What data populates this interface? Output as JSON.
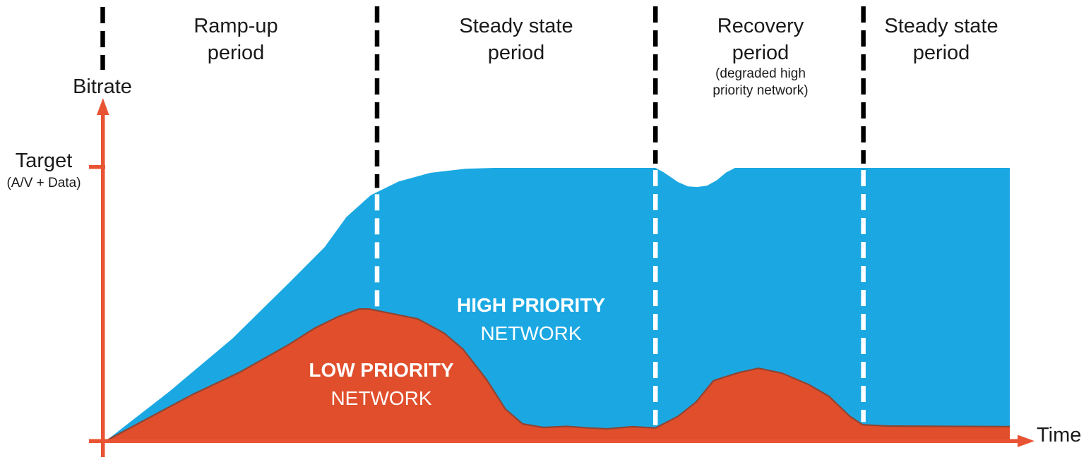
{
  "figure": {
    "background": "#FFFFFF",
    "text_color": "#1A1A1A",
    "axes": {
      "y_axis_label": "Bitrate",
      "x_axis_label": "Time",
      "target_label": "Target",
      "target_sublabel": "(A/V + Data)",
      "axis_color": "#E85433"
    },
    "area_labels": {
      "high_line1": "HIGH PRIORITY",
      "high_line2": "NETWORK",
      "low_line1": "LOW PRIORITY",
      "low_line2": "NETWORK",
      "color": "#FFFFFF"
    }
  },
  "chart_data": {
    "type": "area",
    "stacked": true,
    "title": "",
    "xlabel": "Time",
    "ylabel": "Bitrate",
    "x_axis": {
      "range": [
        0,
        100
      ],
      "units": "relative time (no numeric ticks shown)",
      "ticks": []
    },
    "y_axis": {
      "range": [
        0,
        115
      ],
      "units": "relative bitrate (100 = target)",
      "ticks": []
    },
    "reference_line": {
      "label": "Target",
      "sublabel": "(A/V + Data)",
      "value": 100
    },
    "grid": false,
    "legend_position": "labels drawn inside areas",
    "periods": [
      {
        "label": "Ramp-up period",
        "start": 0,
        "end": 30
      },
      {
        "label": "Steady state period",
        "start": 30,
        "end": 60.8
      },
      {
        "label": "Recovery period",
        "sublabel": "(degraded high priority network)",
        "start": 60.8,
        "end": 83.8
      },
      {
        "label": "Steady state period",
        "start": 83.8,
        "end": 100
      }
    ],
    "separator_style": {
      "above_chart_color": "#000000",
      "inside_chart_color": "#FFFFFF",
      "dash": [
        23,
        11
      ]
    },
    "series": [
      {
        "name": "HIGH PRIORITY NETWORK",
        "role": "total bitrate curve (top edge of blue stacked area); ramps to target, stays at target, small dip at start of recovery period",
        "color": "#1BA8E2",
        "points": [
          [
            0,
            0
          ],
          [
            7,
            18
          ],
          [
            14,
            37.5
          ],
          [
            20.3,
            58
          ],
          [
            24.2,
            71
          ],
          [
            26.6,
            82
          ],
          [
            29.3,
            90
          ],
          [
            32.4,
            95
          ],
          [
            35.9,
            98.2
          ],
          [
            39.8,
            99.7
          ],
          [
            43,
            100
          ],
          [
            60.8,
            100
          ],
          [
            61.7,
            98.4
          ],
          [
            63.3,
            94.8
          ],
          [
            64.4,
            93.2
          ],
          [
            65.4,
            93
          ],
          [
            66.5,
            93.5
          ],
          [
            67.6,
            95.5
          ],
          [
            68.6,
            98.3
          ],
          [
            69.6,
            100
          ],
          [
            100,
            100
          ]
        ]
      },
      {
        "name": "LOW PRIORITY NETWORK",
        "role": "bottom stacked area; ramps to a peak in ramp-up period, collapses to near zero in steady state, small bump during recovery period",
        "color": "#E04E2B",
        "outline_color": "#8E4534",
        "points": [
          [
            0,
            0
          ],
          [
            9.6,
            17
          ],
          [
            14.9,
            25.3
          ],
          [
            20.1,
            35
          ],
          [
            23.1,
            41.3
          ],
          [
            25.7,
            45.5
          ],
          [
            28,
            48.3
          ],
          [
            29.1,
            48.3
          ],
          [
            32.1,
            46.3
          ],
          [
            34.5,
            44.7
          ],
          [
            37.4,
            39.5
          ],
          [
            39.5,
            33.6
          ],
          [
            42.1,
            22.5
          ],
          [
            44.2,
            11.6
          ],
          [
            46.1,
            6.2
          ],
          [
            48.4,
            4.9
          ],
          [
            51,
            5.3
          ],
          [
            53.5,
            4.7
          ],
          [
            55.5,
            4.4
          ],
          [
            58.2,
            5.2
          ],
          [
            60.8,
            4.7
          ],
          [
            63.3,
            9
          ],
          [
            65.3,
            14.2
          ],
          [
            67.2,
            22
          ],
          [
            68.1,
            23
          ],
          [
            70.1,
            25.1
          ],
          [
            72.2,
            26.6
          ],
          [
            74.8,
            24.8
          ],
          [
            77.7,
            20.7
          ],
          [
            80,
            16.3
          ],
          [
            82.3,
            9
          ],
          [
            83.7,
            5.9
          ],
          [
            86.7,
            5.4
          ],
          [
            100,
            5.2
          ]
        ]
      }
    ]
  }
}
